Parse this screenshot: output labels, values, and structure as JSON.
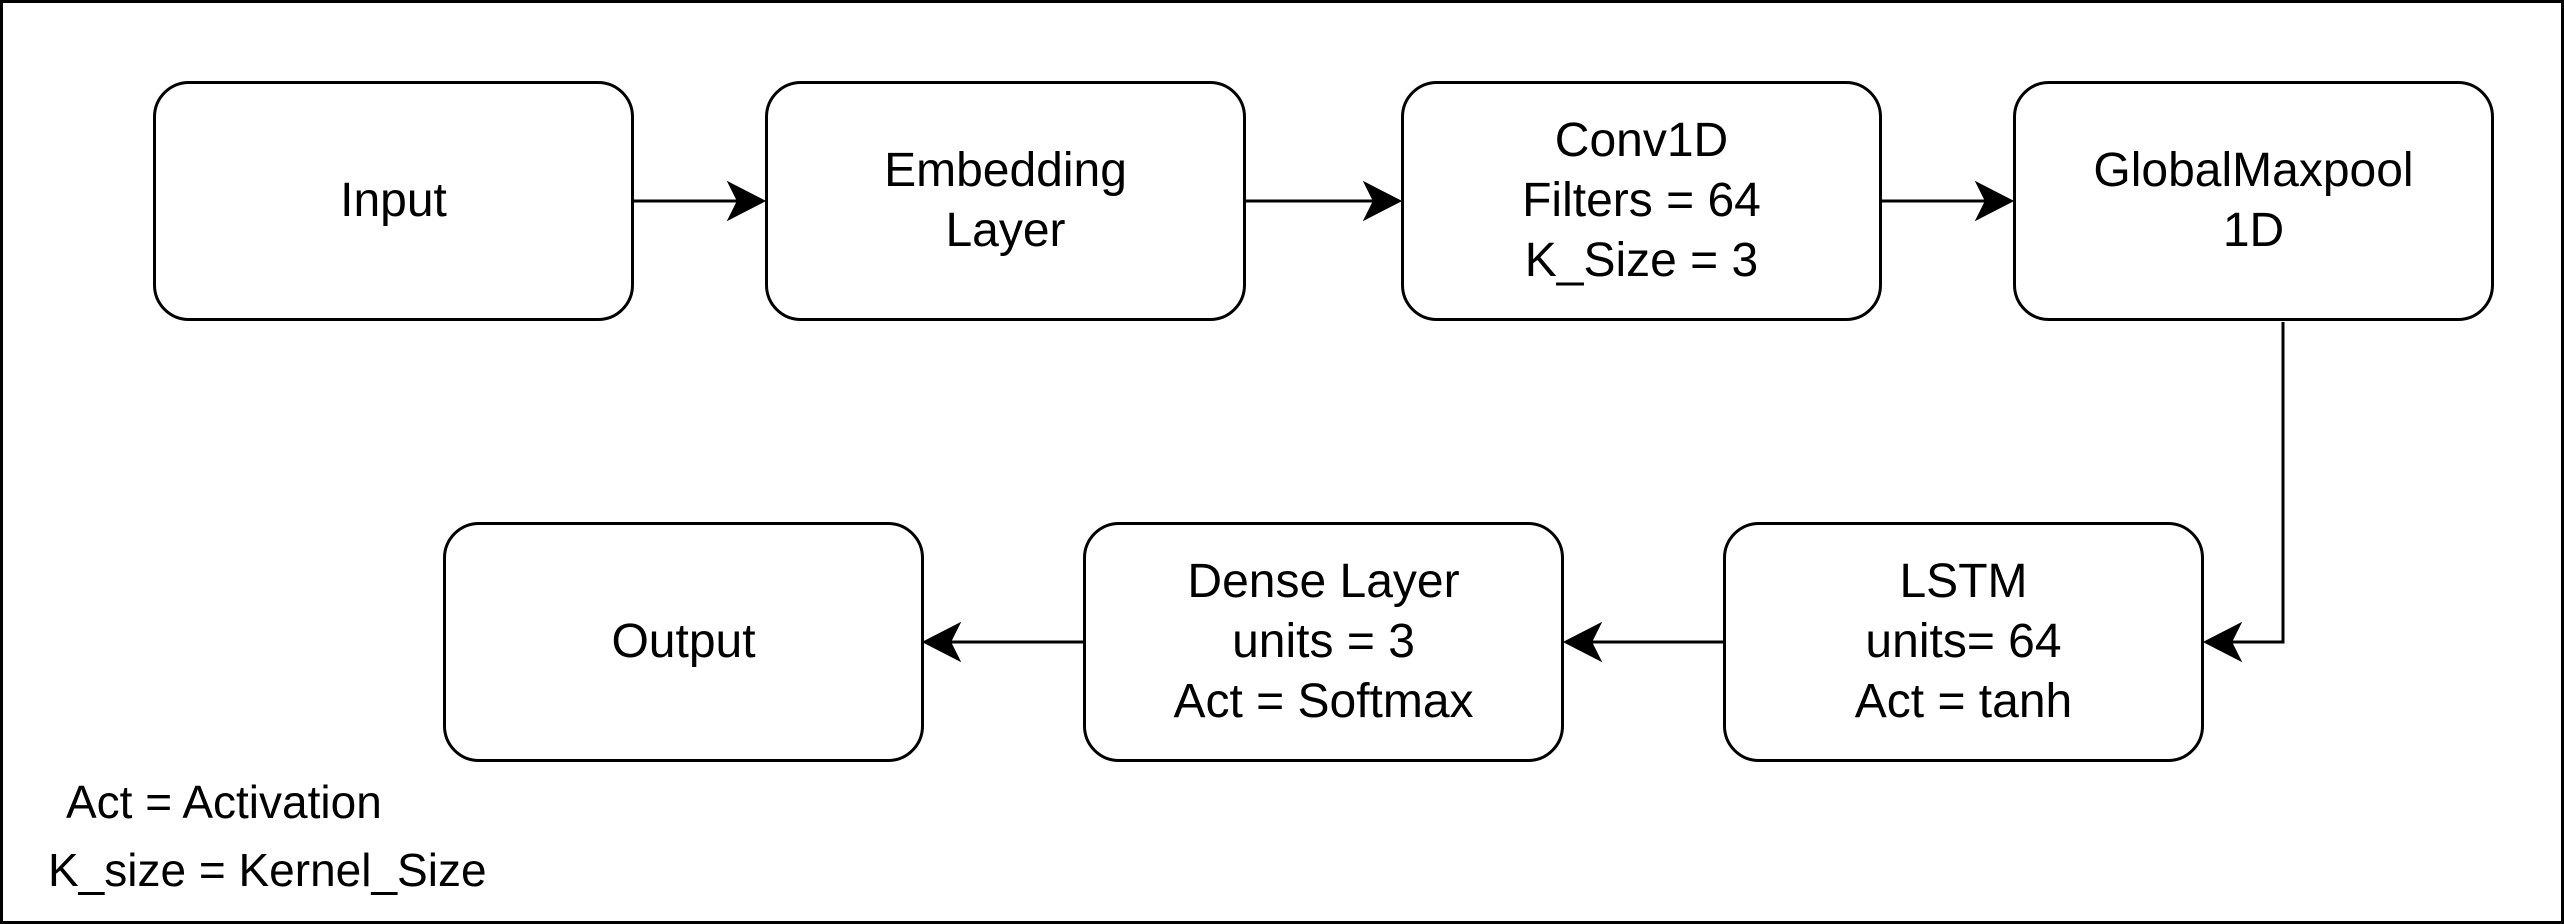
{
  "nodes": {
    "input": {
      "lines": [
        "Input"
      ]
    },
    "embedding": {
      "lines": [
        "Embedding",
        "Layer"
      ]
    },
    "conv1d": {
      "lines": [
        "Conv1D",
        "Filters = 64",
        "K_Size = 3"
      ]
    },
    "globalmaxpool": {
      "lines": [
        "GlobalMaxpool",
        "1D"
      ]
    },
    "lstm": {
      "lines": [
        "LSTM",
        "units= 64",
        "Act = tanh"
      ]
    },
    "dense": {
      "lines": [
        "Dense Layer",
        "units = 3",
        "Act = Softmax"
      ]
    },
    "output": {
      "lines": [
        "Output"
      ]
    }
  },
  "edges": [
    {
      "from": "input",
      "to": "embedding"
    },
    {
      "from": "embedding",
      "to": "conv1d"
    },
    {
      "from": "conv1d",
      "to": "globalmaxpool"
    },
    {
      "from": "globalmaxpool",
      "to": "lstm"
    },
    {
      "from": "lstm",
      "to": "dense"
    },
    {
      "from": "dense",
      "to": "output"
    }
  ],
  "legend": {
    "line1": "Act = Activation",
    "line2": "K_size = Kernel_Size"
  },
  "colors": {
    "stroke": "#000000",
    "background": "#ffffff",
    "text": "#000000"
  }
}
